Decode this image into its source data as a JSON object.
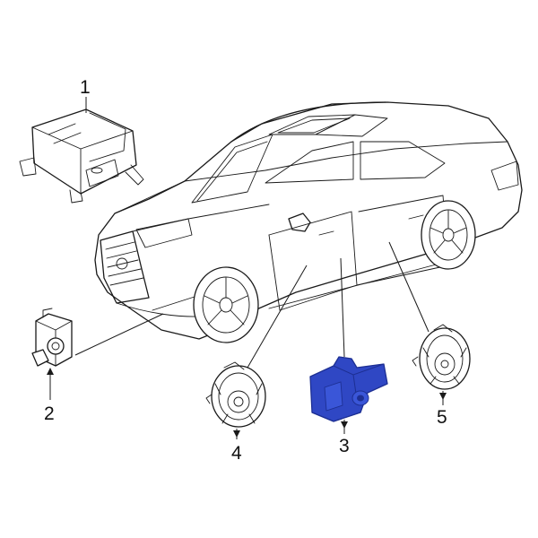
{
  "callouts": [
    {
      "id": "1",
      "text": "1"
    },
    {
      "id": "2",
      "text": "2"
    },
    {
      "id": "3",
      "text": "3"
    },
    {
      "id": "4",
      "text": "4"
    },
    {
      "id": "5",
      "text": "5"
    }
  ],
  "colors": {
    "highlight": "#2f47c4",
    "highlight_dark": "#1d2f93",
    "line": "#1a1a1a",
    "background": "#ffffff"
  }
}
